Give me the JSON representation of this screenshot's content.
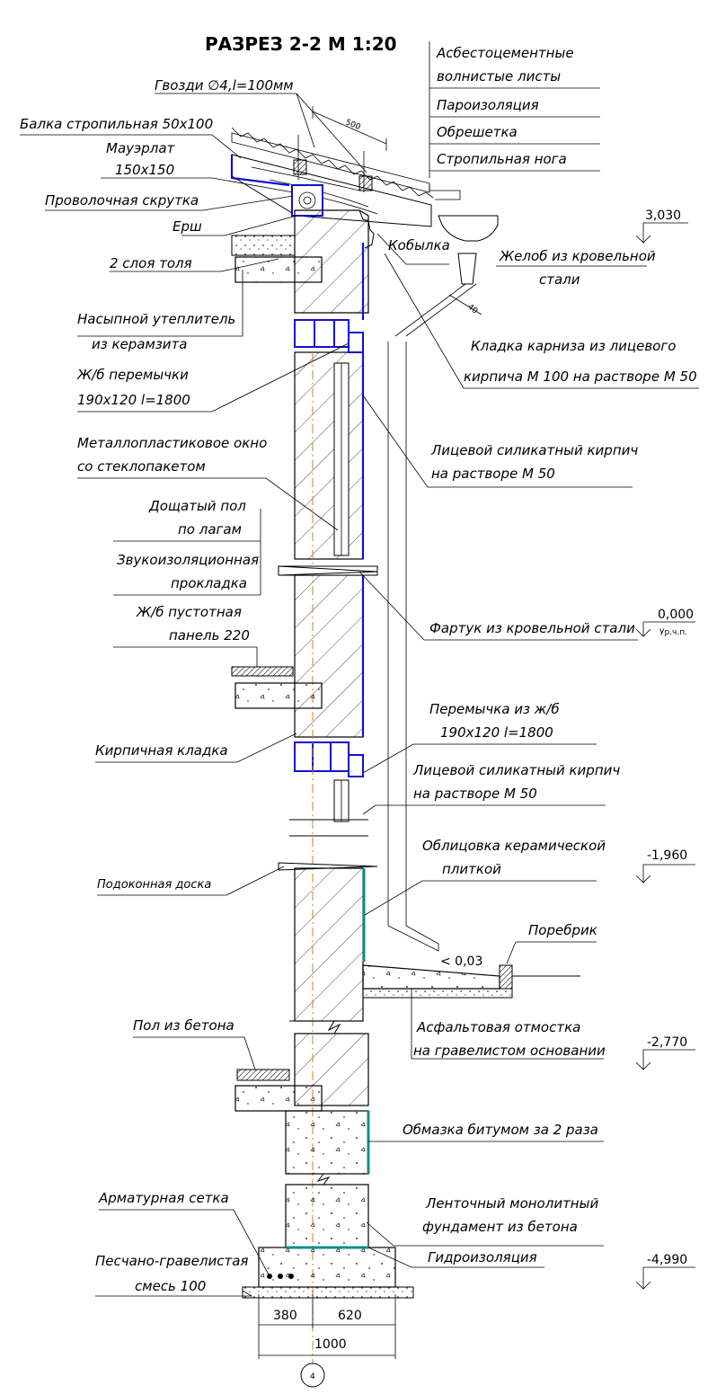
{
  "title": "РАЗРЕЗ 2-2 М 1:20",
  "labels": {
    "asbestos_sheets_1": "Асбестоцементные",
    "asbestos_sheets_2": "волнистые листы",
    "vapor_barrier": "Пароизоляция",
    "battens": "Обрешетка",
    "rafter_leg": "Стропильная нога",
    "nails": "Гвозди ∅4,l=100мм",
    "rafter_beam": "Балка стропильная 50х100",
    "mauerlat_1": "Мауэрлат",
    "mauerlat_2": "150х150",
    "wire_twist": "Проволочная скрутка",
    "ruff": "Ерш",
    "roofing_felt": "2 слоя толя",
    "insulation_1": "Насыпной утеплитель",
    "insulation_2": "из керамзита",
    "lintel_top_1": "Ж/б перемычки",
    "lintel_top_2": "190х120 l=1800",
    "window_1": "Металлопластиковое окно",
    "window_2": "со стеклопакетом",
    "plank_floor_1": "Дощатый пол",
    "plank_floor_2": "по лагам",
    "sound_pad_1": "Звукоизоляционная",
    "sound_pad_2": "прокладка",
    "hollow_panel_1": "Ж/б пустотная",
    "hollow_panel_2": "панель 220",
    "brickwork": "Кирпичная кладка",
    "windowsill": "Подоконная доска",
    "concrete_floor": "Пол из бетона",
    "rebar_mesh": "Арматурная сетка",
    "gravel_1": "Песчано-гравелистая",
    "gravel_2": "смесь 100",
    "kobylka": "Кобылка",
    "gutter_1": "Желоб из кровельной",
    "gutter_2": "стали",
    "cornice_1": "Кладка карниза из лицевого",
    "cornice_2": "кирпича М 100 на растворе М 50",
    "facing_brick_top_1": "Лицевой силикатный кирпич",
    "facing_brick_top_2": "на растворе М 50",
    "apron": "Фартук из кровельной стали",
    "lintel_mid_1": "Перемычка из ж/б",
    "lintel_mid_2": "190х120 l=1800",
    "facing_brick_mid_1": "Лицевой силикатный кирпич",
    "facing_brick_mid_2": "на растворе М 50",
    "ceramic_1": "Облицовка керамической",
    "ceramic_2": "плиткой",
    "curb": "Поребрик",
    "slope": "< 0,03",
    "blind_area_1": "Асфальтовая отмостка",
    "blind_area_2": "на гравелистом основании",
    "bitumen": "Обмазка битумом за 2 раза",
    "foundation_1": "Ленточный монолитный",
    "foundation_2": "фундамент из бетона",
    "waterproofing": "Гидроизоляция"
  },
  "levels": {
    "roof": "3,030",
    "zero": "0,000",
    "zero_note": "Ур.ч.п.",
    "ground": "-1,960",
    "basement": "-2,770",
    "foundation": "-4,990"
  },
  "dimensions": {
    "rafter_spacing": "500",
    "downpipe_gap": "40",
    "left": "380",
    "right": "620",
    "total": "1000"
  },
  "axis": "4",
  "colors": {
    "lines": "#000000",
    "facing_brick": "#1010d0",
    "waterproofing": "#0f8c8c"
  }
}
